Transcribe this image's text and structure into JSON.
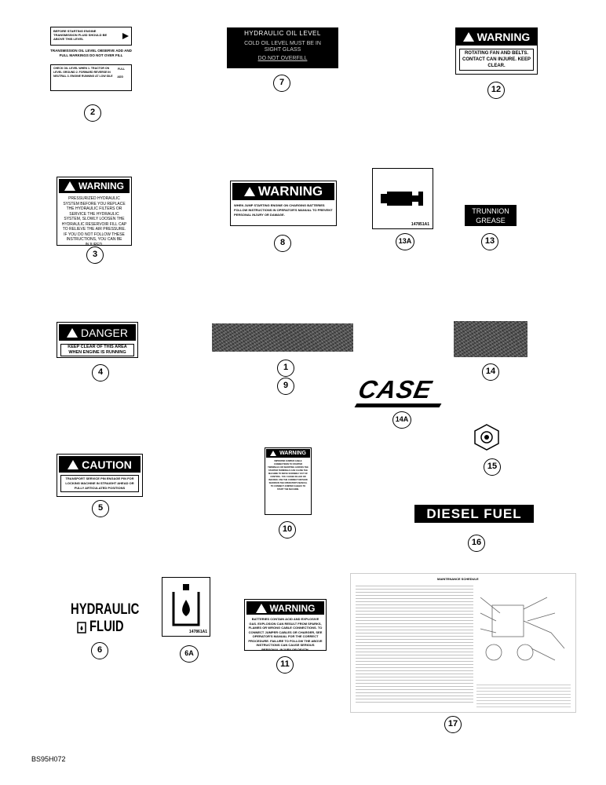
{
  "decals": {
    "d2": {
      "line1": "BEFORE STARTING ENGINE TRANSMISSION FLUID SHOULD BE ABOVE THIS LEVEL",
      "line2": "TRANSMISSION OIL LEVEL OBSERVE ADD AND FULL MARKINGS DO NOT OVER FILL",
      "line3": "CHECK OIL LEVEL WHEN 1. TRACTOR ON LEVEL GROUND 2. FORWARD REVERSE IN NEUTRAL 3. ENGINE RUNNING AT LOW IDLE",
      "full": "FULL",
      "add": "ADD"
    },
    "d7": {
      "title": "HYDRAULIC OIL LEVEL",
      "body": "COLD OIL LEVEL MUST BE IN SIGHT GLASS",
      "footer": "DO NOT OVERFILL"
    },
    "d12": {
      "header": "WARNING",
      "body": "ROTATING FAN AND BELTS. CONTACT CAN INJURE. KEEP CLEAR."
    },
    "d3": {
      "header": "WARNING",
      "body": "PRESSURIZED HYDRAULIC SYSTEM BEFORE YOU REPLACE THE HYDRAULIC FILTERS OR SERVICE THE HYDRAULIC SYSTEM, SLOWLY LOOSEN THE HYDRAULIC RESERVOIR FILL CAP TO RELIEVE THE AIR PRESSURE. IF YOU DO NOT FOLLOW THESE INSTRUCTIONS, YOU CAN BE INJURED."
    },
    "d8": {
      "header": "WARNING",
      "body": "WHEN JUMP STARTING ENGINE ON CHARGING BATTERIES FOLLOW INSTRUCTIONS IN OPERATOR'S MANUAL TO PREVENT PERSONAL INJURY OR DAMAGE."
    },
    "d13a": {
      "part": "147851A1"
    },
    "d13": {
      "line1": "TRUNNION",
      "line2": "GREASE"
    },
    "d4": {
      "header": "DANGER",
      "body": "KEEP CLEAR OF THIS AREA WHEN ENGINE IS RUNNING"
    },
    "d14a": {
      "logo": "CASE"
    },
    "d5": {
      "header": "CAUTION",
      "body": "TRANSPORT SERVICE PIN ENGAGE PIN FOR LOCKING MACHINE IN STRAIGHT AHEAD OR FULLY ARTICULATED POSITIONS"
    },
    "d10": {
      "header": "WARNING",
      "body": "IMPROPER JUMPER CABLE CONNECTIONS TO STARTER TERMINALS OR SHORTING ACROSS THE STARTER TERMINALS CAN CAUSE THE MACHINE TO MOVE SUDDENLY OUT OF CONTROL. YOU CAN BE KILLED OR INJURED. USE THE CORRECT METHOD SHOWN IN THE OPERATOR'S MANUAL TO CONNECT JUMPER CABLES TO START THE MACHINE."
    },
    "d16": {
      "text": "DIESEL FUEL"
    },
    "d6": {
      "line1": "HYDRAULIC",
      "line2": "FLUID"
    },
    "d6a": {
      "part": "147861A1"
    },
    "d11": {
      "header": "WARNING",
      "body": "BATTERIES CONTAIN ACID AND EXPLOSIVE GAS. EXPLOSION CAN RESULT FROM SPARKS, FLAMES OR WRONG CABLE CONNECTIONS. TO CONNECT JUMPER CABLES OR CHARGER, SEE OPERATOR'S MANUAL FOR THE CORRECT PROCEDURE. FAILURE TO FOLLOW THE ABOVE INSTRUCTIONS CAN CAUSE SERIOUS PERSONAL INJURY OR DEATH."
    },
    "d17": {
      "title": "MAINTENANCE SCHEDULE"
    }
  },
  "callouts": {
    "c2": "2",
    "c7": "7",
    "c12": "12",
    "c3": "3",
    "c8": "8",
    "c13a": "13A",
    "c13": "13",
    "c4": "4",
    "c1": "1",
    "c9": "9",
    "c14": "14",
    "c14a": "14A",
    "c15": "15",
    "c5": "5",
    "c10": "10",
    "c16": "16",
    "c6": "6",
    "c6a": "6A",
    "c11": "11",
    "c17": "17"
  },
  "figure_code": "BS95H072"
}
